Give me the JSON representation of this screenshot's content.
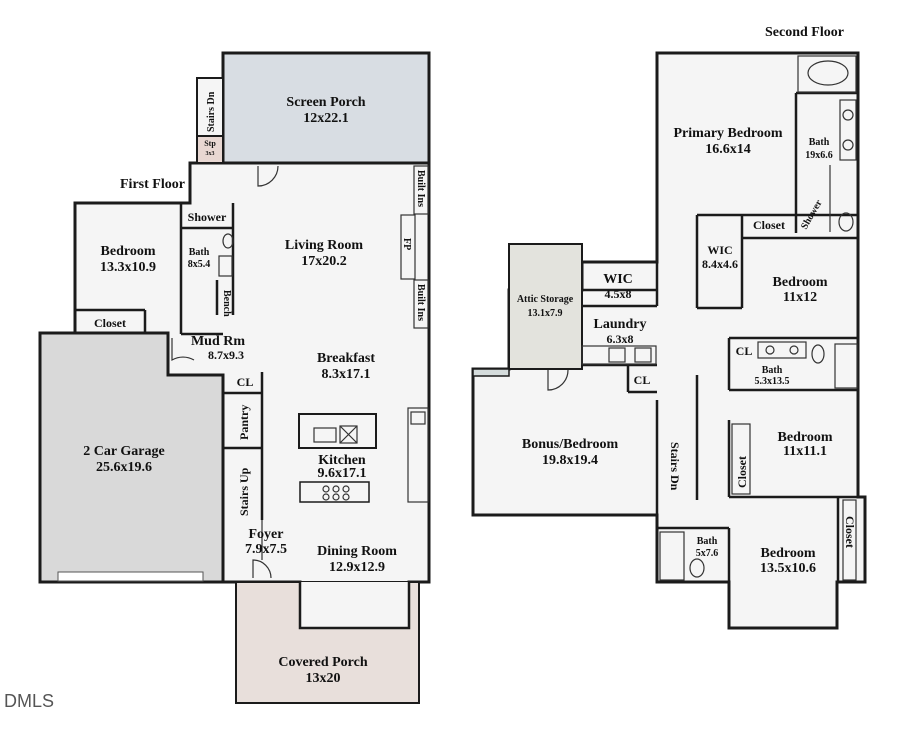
{
  "floors": {
    "first": "First Floor",
    "second": "Second Floor"
  },
  "rooms": {
    "screen_porch": {
      "name": "Screen Porch",
      "dim": "12x22.1"
    },
    "stairs_dn_porch": "Stairs Dn",
    "step": {
      "name": "Stp",
      "dim": "3x3"
    },
    "bedroom_1": {
      "name": "Bedroom",
      "dim": "13.3x10.9"
    },
    "shower_1": "Shower",
    "bath_1": {
      "name": "Bath",
      "dim": "8x5.4"
    },
    "bench": "Bench",
    "closet_1": "Closet",
    "mud_rm": {
      "name": "Mud Rm",
      "dim": "8.7x9.3"
    },
    "living_room": {
      "name": "Living Room",
      "dim": "17x20.2"
    },
    "built_ins_top": "Built Ins",
    "fp": "FP",
    "built_ins_bottom": "Built Ins",
    "breakfast": {
      "name": "Breakfast",
      "dim": "8.3x17.1"
    },
    "cl_1": "CL",
    "pantry": "Pantry",
    "garage": {
      "name": "2 Car Garage",
      "dim": "25.6x19.6"
    },
    "stairs_up": "Stairs Up",
    "kitchen": {
      "name": "Kitchen",
      "dim": "9.6x17.1"
    },
    "foyer": {
      "name": "Foyer",
      "dim": "7.9x7.5"
    },
    "dining_room": {
      "name": "Dining Room",
      "dim": "12.9x12.9"
    },
    "covered_porch": {
      "name": "Covered Porch",
      "dim": "13x20"
    },
    "primary_bedroom": {
      "name": "Primary Bedroom",
      "dim": "16.6x14"
    },
    "primary_bath": {
      "name": "Bath",
      "dim": "19x6.6"
    },
    "primary_shower": "Shower",
    "closet_2": "Closet",
    "wic_2": {
      "name": "WIC",
      "dim": "8.4x4.6"
    },
    "bedroom_2": {
      "name": "Bedroom",
      "dim": "11x12"
    },
    "attic_storage": {
      "name": "Attic Storage",
      "dim": "13.1x7.9"
    },
    "wic_1": {
      "name": "WIC",
      "dim": "4.5x8"
    },
    "laundry": {
      "name": "Laundry",
      "dim": "6.3x8"
    },
    "cl_2": "CL",
    "cl_3": "CL",
    "bath_2": {
      "name": "Bath",
      "dim": "5.3x13.5"
    },
    "bonus_bedroom": {
      "name": "Bonus/Bedroom",
      "dim": "19.8x19.4"
    },
    "stairs_dn": "Stairs Dn",
    "bedroom_3": {
      "name": "Bedroom",
      "dim": "11x11.1"
    },
    "closet_3": "Closet",
    "closet_4": "Closet",
    "bath_3": {
      "name": "Bath",
      "dim": "5x7.6"
    },
    "bedroom_4": {
      "name": "Bedroom",
      "dim": "13.5x10.6"
    }
  },
  "watermark": "DMLS",
  "colors": {
    "screen_porch": "#d8dde3",
    "covered_porch": "#e8dfdb",
    "garage": "#d9d9d9",
    "attic": "#e3e3dd",
    "floor": "#f5f5f5",
    "wall": "#1b1b1b"
  }
}
